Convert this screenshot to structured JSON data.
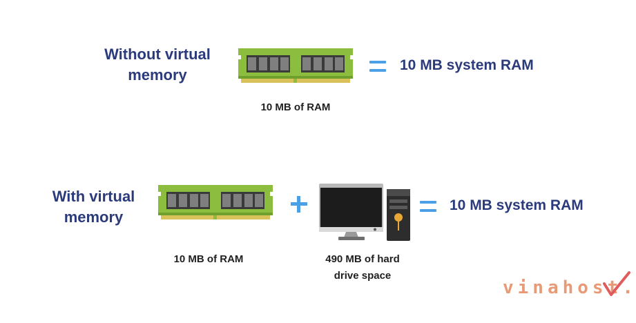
{
  "row1": {
    "label_line1": "Without virtual",
    "label_line2": "memory",
    "ram_caption": "10 MB of RAM",
    "result": "10 MB system RAM"
  },
  "row2": {
    "label_line1": "With virtual",
    "label_line2": "memory",
    "ram_caption": "10 MB of RAM",
    "hdd_caption_line1": "490 MB of hard",
    "hdd_caption_line2": "drive space",
    "result": "10 MB system RAM"
  },
  "logo": {
    "text": "vinahost."
  },
  "colors": {
    "label": "#2b3a7a",
    "operator": "#4a9fe6",
    "ram_board": "#8cbd3f",
    "ram_chip": "#3a3a3a",
    "ram_pins": "#d9c25a",
    "logo": "#e89a76"
  },
  "icons": [
    "ram-module-icon",
    "plus-icon",
    "equals-icon",
    "desktop-computer-icon",
    "vinahost-logo"
  ]
}
